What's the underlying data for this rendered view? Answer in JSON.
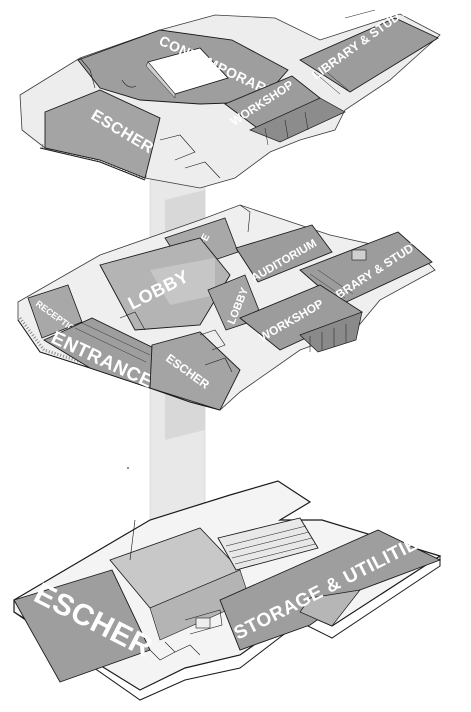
{
  "levels": {
    "upper": {
      "labels": {
        "contemporary": "CONTEMPORARY",
        "library_study": "LIBRARY & STUDY",
        "workshop": "WORKSHOP",
        "escher": "ESCHER"
      }
    },
    "middle": {
      "labels": {
        "cafe": "CAFE",
        "auditorium": "AUDITORIUM",
        "library_study": "LIBRARY & STUDY",
        "lobby_main": "LOBBY",
        "lobby_small": "LOBBY",
        "workshop": "WORKSHOP",
        "reception": "RECEPTION",
        "entrance": "ENTRANCE",
        "escher": "ESCHER"
      }
    },
    "lower": {
      "labels": {
        "storage_utilities": "STORAGE & UTILITIES",
        "escher": "ESCHER"
      }
    }
  },
  "colors": {
    "floor_fill": "#a3a3a3",
    "floor_dark": "#8c8c8c",
    "wall_line": "#1a1a1a",
    "glass": "#d9d9d9",
    "core": "#e2e2e2",
    "label_text": "#ffffff"
  }
}
